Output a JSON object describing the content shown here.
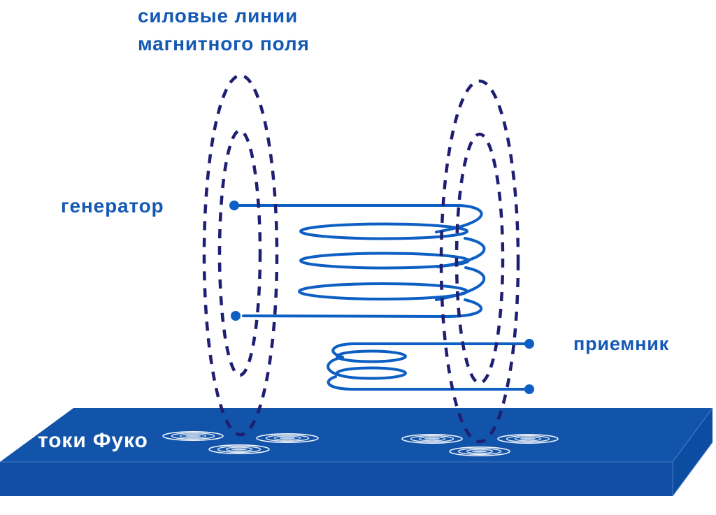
{
  "labels": {
    "field_lines": "силовые линии\nмагнитного поля",
    "generator": "генератор",
    "receiver": "приемник",
    "eddy_currents": "токи Фуко"
  },
  "colors": {
    "label_blue": "#1459B3",
    "coil_blue": "#0D5FC3",
    "field_navy": "#1E1E73",
    "plate_top": "#1254AA",
    "plate_front": "#114FA4",
    "plate_side": "#0C4DA2",
    "ripple_white": "#FFFFFF",
    "eddy_label_white": "#FFFFFF"
  },
  "scene": {
    "field_line_columns": 2,
    "generator_coil_turns": 3,
    "receiver_coil_turns": 2,
    "eddy_ripples": 6
  }
}
